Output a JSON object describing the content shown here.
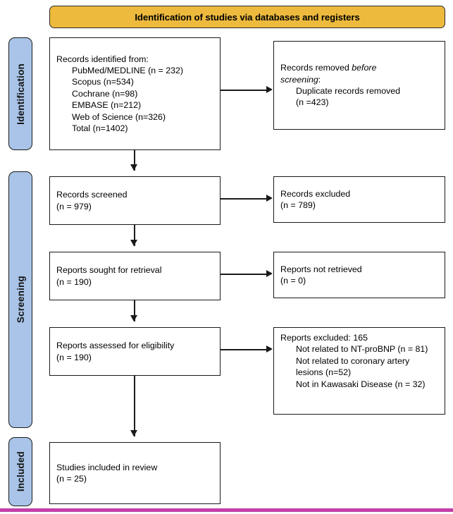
{
  "banner": {
    "title": "Identification of studies via databases and registers",
    "color": "#edba3d"
  },
  "phases": {
    "identification": "Identification",
    "screening": "Screening",
    "included": "Included",
    "color": "#a9c4e8"
  },
  "accent_color": "#c23fa8",
  "boxes": {
    "identified": {
      "heading": "Records identified from:",
      "items": [
        "PubMed/MEDLINE (n = 232)",
        "Scopus (n=534)",
        "Cochrane (n=98)",
        "EMBASE (n=212)",
        "Web of Science (n=326)",
        "Total (n=1402)"
      ]
    },
    "removed": {
      "line1_pre": "Records removed ",
      "line1_em": "before",
      "line2_em": "screening",
      "line2_post": ":",
      "item1": "Duplicate records removed",
      "item2": "(n =423)"
    },
    "screened": {
      "line1": "Records screened",
      "line2": "(n = 979)"
    },
    "excluded": {
      "line1": "Records excluded",
      "line2": "(n = 789)"
    },
    "sought": {
      "line1": "Reports sought for retrieval",
      "line2": "(n = 190)"
    },
    "not_retrieved": {
      "line1": "Reports not retrieved",
      "line2": "(n = 0)"
    },
    "assessed": {
      "line1": "Reports assessed for eligibility",
      "line2": "(n = 190)"
    },
    "reports_excluded": {
      "heading": "Reports excluded: 165",
      "items": [
        "Not related to NT-proBNP (n = 81)",
        "Not related to coronary artery lesions (n=52)",
        "Not in Kawasaki Disease (n = 32)"
      ]
    },
    "included": {
      "line1": "Studies included in review",
      "line2": "(n = 25)"
    }
  },
  "flow": {
    "counts": {
      "identified_total": 1402,
      "pubmed_medline": 232,
      "scopus": 534,
      "cochrane": 98,
      "embase": 212,
      "web_of_science": 326,
      "duplicates_removed": 423,
      "screened": 979,
      "records_excluded": 789,
      "sought_for_retrieval": 190,
      "not_retrieved": 0,
      "assessed_for_eligibility": 190,
      "reports_excluded": 165,
      "excl_not_ntprobnp": 81,
      "excl_not_coronary_artery_lesions": 52,
      "excl_not_kawasaki": 32,
      "included_studies": 25
    }
  }
}
